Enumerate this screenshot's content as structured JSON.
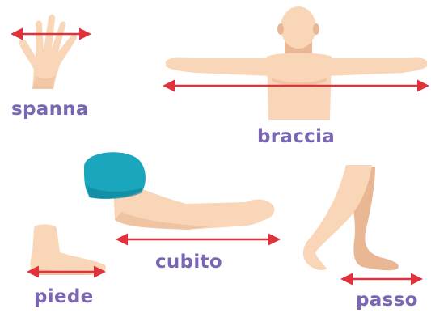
{
  "colors": {
    "skin": "#f9d6b8",
    "skin_shadow": "#eab795",
    "cap": "#1aa6bd",
    "cap_shadow": "#12889c",
    "arrow": "#e0323c",
    "label": "#7a66b3"
  },
  "labels": {
    "spanna": "spanna",
    "braccia": "braccia",
    "cubito": "cubito",
    "piede": "piede",
    "passo": "passo"
  }
}
